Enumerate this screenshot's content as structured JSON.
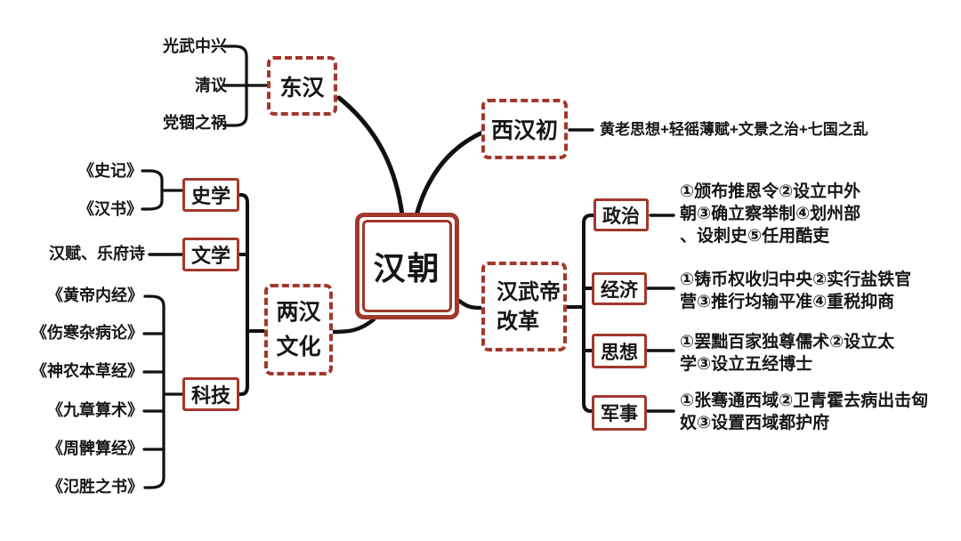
{
  "root": {
    "label": "汉朝"
  },
  "donghan": {
    "label": "东汉",
    "items": [
      "光武中兴",
      "清议",
      "党锢之祸"
    ]
  },
  "xihanchu": {
    "label": "西汉初",
    "detail": "黄老思想+轻徭薄赋+文景之治+七国之乱"
  },
  "lianghan_wenhua": {
    "label": "两汉\n文化",
    "shixue": {
      "label": "史学",
      "items": [
        "《史记》",
        "《汉书》"
      ]
    },
    "wenxue": {
      "label": "文学",
      "detail": "汉赋、乐府诗"
    },
    "keji": {
      "label": "科技",
      "items": [
        "《黄帝内经》",
        "《伤寒杂病论》",
        "《神农本草经》",
        "《九章算术》",
        "《周髀算经》",
        "《氾胜之书》"
      ]
    }
  },
  "hanwudi_gaige": {
    "label": "汉武帝\n改革",
    "zhengzhi": {
      "label": "政治",
      "detail": "①颁布推恩令②设立中外\n朝③确立察举制④划州部\n、设刺史⑤任用酷吏"
    },
    "jingji": {
      "label": "经济",
      "detail": "①铸币权收归中央②实行盐铁官\n营③推行均输平准④重税抑商"
    },
    "sixiang": {
      "label": "思想",
      "detail": "①罢黜百家独尊儒术②设立太\n学③设立五经博士"
    },
    "junshi": {
      "label": "军事",
      "detail": "①张骞通西域②卫青霍去病出击匈\n奴③设置西域都护府"
    }
  },
  "colors": {
    "accent_red": "#a2382c",
    "line_black": "#111111"
  }
}
